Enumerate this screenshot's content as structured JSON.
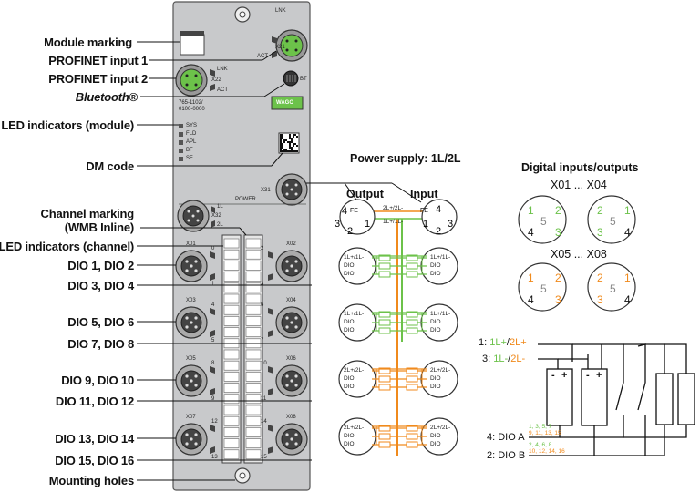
{
  "labels": {
    "module_marking": "Module marking",
    "profinet_input_1": "PROFINET input 1",
    "profinet_input_2": "PROFINET input 2",
    "bluetooth": "Bluetooth",
    "bluetooth_reg": "®",
    "led_module": "LED indicators (module)",
    "dm_code": "DM code",
    "channel_marking_1": "Channel marking",
    "channel_marking_2": "(WMB Inline)",
    "led_channel": "LED indicators (channel)",
    "dio_1_2": "DIO 1, DIO 2",
    "dio_3_4": "DIO 3, DIO 4",
    "dio_5_6": "DIO 5, DIO 6",
    "dio_7_8": "DIO 7, DIO 8",
    "dio_9_10": "DIO 9, DIO 10",
    "dio_11_12": "DIO 11, DIO 12",
    "dio_13_14": "DIO 13, DIO 14",
    "dio_15_16": "DIO 15, DIO 16",
    "mounting_holes": "Mounting holes"
  },
  "module": {
    "lnk": "LNK",
    "x21": "X21",
    "act": "ACT",
    "x22": "X22",
    "bt": "BT",
    "part_number_1": "765-1102/",
    "part_number_2": "0100-0000",
    "brand": "WAGO",
    "led_names": [
      "SYS",
      "FLD",
      "APL",
      "BF",
      "SF"
    ],
    "x31": "X31",
    "power": "POWER",
    "l1": "1L",
    "x32": "X32",
    "l2": "2L",
    "ports": [
      "X01",
      "X02",
      "X03",
      "X04",
      "X05",
      "X06",
      "X07",
      "X08"
    ],
    "ch_nums": [
      "0",
      "1",
      "2",
      "3",
      "4",
      "5",
      "6",
      "7",
      "8",
      "9",
      "10",
      "11",
      "12",
      "13",
      "14",
      "15"
    ]
  },
  "power": {
    "title": "Power supply: 1L/2L",
    "output": "Output",
    "input": "Input",
    "fe": "FE",
    "pins": [
      "4",
      "3",
      "2",
      "1"
    ],
    "mid_top": "2L+/2L-",
    "mid_bot": "1L+/1L-"
  },
  "io_groups": [
    {
      "left": [
        "1L+/1L-",
        "DIO",
        "DIO"
      ],
      "right": [
        "1L+/1L-",
        "DIO",
        "DIO"
      ]
    },
    {
      "left": [
        "1L+/1L-",
        "DIO",
        "DIO"
      ],
      "right": [
        "1L+/1L-",
        "DIO",
        "DIO"
      ]
    },
    {
      "left": [
        "2L+/2L-",
        "DIO",
        "DIO"
      ],
      "right": [
        "2L+/2L-",
        "DIO",
        "DIO"
      ]
    },
    {
      "left": [
        "2L+/2L-",
        "DIO",
        "DIO"
      ],
      "right": [
        "2L+/2L-",
        "DIO",
        "DIO"
      ]
    }
  ],
  "dio": {
    "title": "Digital inputs/outputs",
    "range1": "X01 ... X04",
    "range2": "X05 ... X08",
    "pins_a": [
      "1",
      "2",
      "4",
      "3",
      "5"
    ],
    "pins_b": [
      "2",
      "1",
      "3",
      "4",
      "5"
    ]
  },
  "legend": {
    "p1_prefix": "1: ",
    "p1_a": "1L+",
    "slash": "/",
    "p1_b": "2L+",
    "p3_prefix": "3: ",
    "p3_a": "1L-",
    "p3_b": "2L-",
    "p4": "4: DIO A",
    "p2": "2: DIO B",
    "a_green": "1, 3, 5, 7",
    "a_orange": "9, 11, 13, 15",
    "b_green": "2, 4, 6, 8",
    "b_orange": "10, 12, 14, 16",
    "minus": "-",
    "plus": "+"
  },
  "colors": {
    "green": "#6cc24a",
    "orange": "#f08a1c",
    "housing": "#c8c9cb",
    "wago_green": "#6cc24a"
  }
}
